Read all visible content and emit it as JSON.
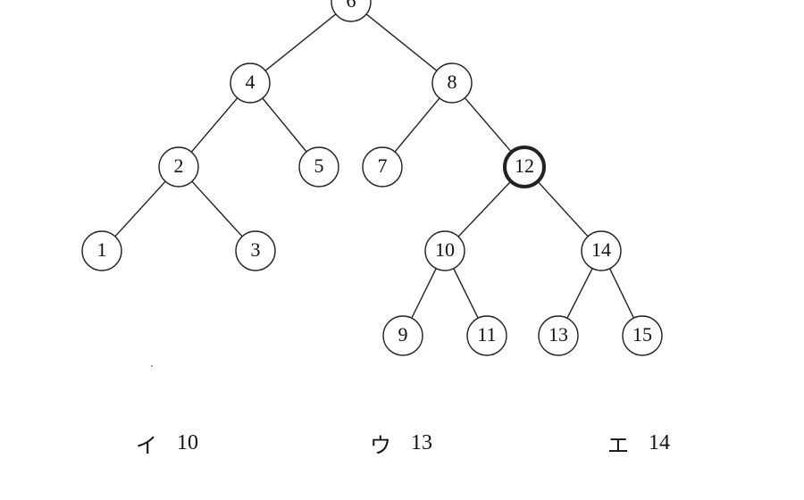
{
  "tree": {
    "nodes": [
      {
        "id": "n6",
        "label": "6"
      },
      {
        "id": "n4",
        "label": "4"
      },
      {
        "id": "n8",
        "label": "8"
      },
      {
        "id": "n2",
        "label": "2"
      },
      {
        "id": "n5",
        "label": "5"
      },
      {
        "id": "n7",
        "label": "7"
      },
      {
        "id": "n12",
        "label": "12",
        "highlighted": true
      },
      {
        "id": "n1",
        "label": "1"
      },
      {
        "id": "n3",
        "label": "3"
      },
      {
        "id": "n10",
        "label": "10"
      },
      {
        "id": "n14",
        "label": "14"
      },
      {
        "id": "n9",
        "label": "9"
      },
      {
        "id": "n11",
        "label": "11"
      },
      {
        "id": "n13",
        "label": "13"
      },
      {
        "id": "n15",
        "label": "15"
      }
    ],
    "edges": [
      [
        "n6",
        "n4"
      ],
      [
        "n6",
        "n8"
      ],
      [
        "n4",
        "n2"
      ],
      [
        "n4",
        "n5"
      ],
      [
        "n8",
        "n7"
      ],
      [
        "n8",
        "n12"
      ],
      [
        "n2",
        "n1"
      ],
      [
        "n2",
        "n3"
      ],
      [
        "n12",
        "n10"
      ],
      [
        "n12",
        "n14"
      ],
      [
        "n10",
        "n9"
      ],
      [
        "n10",
        "n11"
      ],
      [
        "n14",
        "n13"
      ],
      [
        "n14",
        "n15"
      ]
    ]
  },
  "options": [
    {
      "marker": "イ",
      "value": "10"
    },
    {
      "marker": "ウ",
      "value": "13"
    },
    {
      "marker": "エ",
      "value": "14"
    }
  ]
}
